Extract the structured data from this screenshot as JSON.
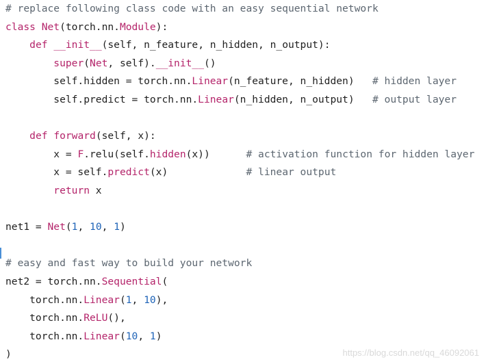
{
  "editor": {
    "lines": [
      [
        {
          "t": "# replace following class code with an easy sequential network",
          "c": "comment"
        }
      ],
      [
        {
          "t": "class ",
          "c": "keyword"
        },
        {
          "t": "Net",
          "c": "classname"
        },
        {
          "t": "(torch.nn.",
          "c": "plain"
        },
        {
          "t": "Module",
          "c": "classname"
        },
        {
          "t": "):",
          "c": "plain"
        }
      ],
      [
        {
          "t": "    ",
          "c": "plain"
        },
        {
          "t": "def ",
          "c": "keyword"
        },
        {
          "t": "__init__",
          "c": "func"
        },
        {
          "t": "(self, n_feature, n_hidden, n_output):",
          "c": "plain"
        }
      ],
      [
        {
          "t": "        ",
          "c": "plain"
        },
        {
          "t": "super",
          "c": "builtin"
        },
        {
          "t": "(",
          "c": "plain"
        },
        {
          "t": "Net",
          "c": "classname"
        },
        {
          "t": ", self).",
          "c": "plain"
        },
        {
          "t": "__init__",
          "c": "func"
        },
        {
          "t": "()",
          "c": "plain"
        }
      ],
      [
        {
          "t": "        self.hidden = torch.nn.",
          "c": "plain"
        },
        {
          "t": "Linear",
          "c": "classname"
        },
        {
          "t": "(n_feature, n_hidden)   ",
          "c": "plain"
        },
        {
          "t": "# hidden layer",
          "c": "comment"
        }
      ],
      [
        {
          "t": "        self.predict = torch.nn.",
          "c": "plain"
        },
        {
          "t": "Linear",
          "c": "classname"
        },
        {
          "t": "(n_hidden, n_output)   ",
          "c": "plain"
        },
        {
          "t": "# output layer",
          "c": "comment"
        }
      ],
      [],
      [
        {
          "t": "    ",
          "c": "plain"
        },
        {
          "t": "def ",
          "c": "keyword"
        },
        {
          "t": "forward",
          "c": "func"
        },
        {
          "t": "(self, x):",
          "c": "plain"
        }
      ],
      [
        {
          "t": "        x = ",
          "c": "plain"
        },
        {
          "t": "F",
          "c": "classname"
        },
        {
          "t": ".relu(self.",
          "c": "plain"
        },
        {
          "t": "hidden",
          "c": "func"
        },
        {
          "t": "(x))      ",
          "c": "plain"
        },
        {
          "t": "# activation function for hidden layer",
          "c": "comment"
        }
      ],
      [
        {
          "t": "        x = self.",
          "c": "plain"
        },
        {
          "t": "predict",
          "c": "func"
        },
        {
          "t": "(x)             ",
          "c": "plain"
        },
        {
          "t": "# linear output",
          "c": "comment"
        }
      ],
      [
        {
          "t": "        ",
          "c": "plain"
        },
        {
          "t": "return",
          "c": "keyword"
        },
        {
          "t": " x",
          "c": "plain"
        }
      ],
      [],
      [
        {
          "t": "net1 = ",
          "c": "plain"
        },
        {
          "t": "Net",
          "c": "classname"
        },
        {
          "t": "(",
          "c": "plain"
        },
        {
          "t": "1",
          "c": "number"
        },
        {
          "t": ", ",
          "c": "plain"
        },
        {
          "t": "10",
          "c": "number"
        },
        {
          "t": ", ",
          "c": "plain"
        },
        {
          "t": "1",
          "c": "number"
        },
        {
          "t": ")",
          "c": "plain"
        }
      ],
      [],
      [
        {
          "t": "# easy and fast way to build your network",
          "c": "comment"
        }
      ],
      [
        {
          "t": "net2 = torch.nn.",
          "c": "plain"
        },
        {
          "t": "Sequential",
          "c": "classname"
        },
        {
          "t": "(",
          "c": "plain"
        }
      ],
      [
        {
          "t": "    torch.nn.",
          "c": "plain"
        },
        {
          "t": "Linear",
          "c": "classname"
        },
        {
          "t": "(",
          "c": "plain"
        },
        {
          "t": "1",
          "c": "number"
        },
        {
          "t": ", ",
          "c": "plain"
        },
        {
          "t": "10",
          "c": "number"
        },
        {
          "t": "),",
          "c": "plain"
        }
      ],
      [
        {
          "t": "    torch.nn.",
          "c": "plain"
        },
        {
          "t": "ReLU",
          "c": "classname"
        },
        {
          "t": "(),",
          "c": "plain"
        }
      ],
      [
        {
          "t": "    torch.nn.",
          "c": "plain"
        },
        {
          "t": "Linear",
          "c": "classname"
        },
        {
          "t": "(",
          "c": "plain"
        },
        {
          "t": "10",
          "c": "number"
        },
        {
          "t": ", ",
          "c": "plain"
        },
        {
          "t": "1",
          "c": "number"
        },
        {
          "t": ")",
          "c": "plain"
        }
      ],
      [
        {
          "t": ")",
          "c": "plain"
        }
      ]
    ]
  },
  "watermark": {
    "text": "https://blog.csdn.net/qq_46092061"
  },
  "colors": {
    "comment": "#5c6670",
    "keyword": "#b4246a",
    "number": "#1e63b7",
    "text": "#1f1f1f",
    "caret": "#4a8fd6",
    "watermark": "#d9d9d9"
  }
}
